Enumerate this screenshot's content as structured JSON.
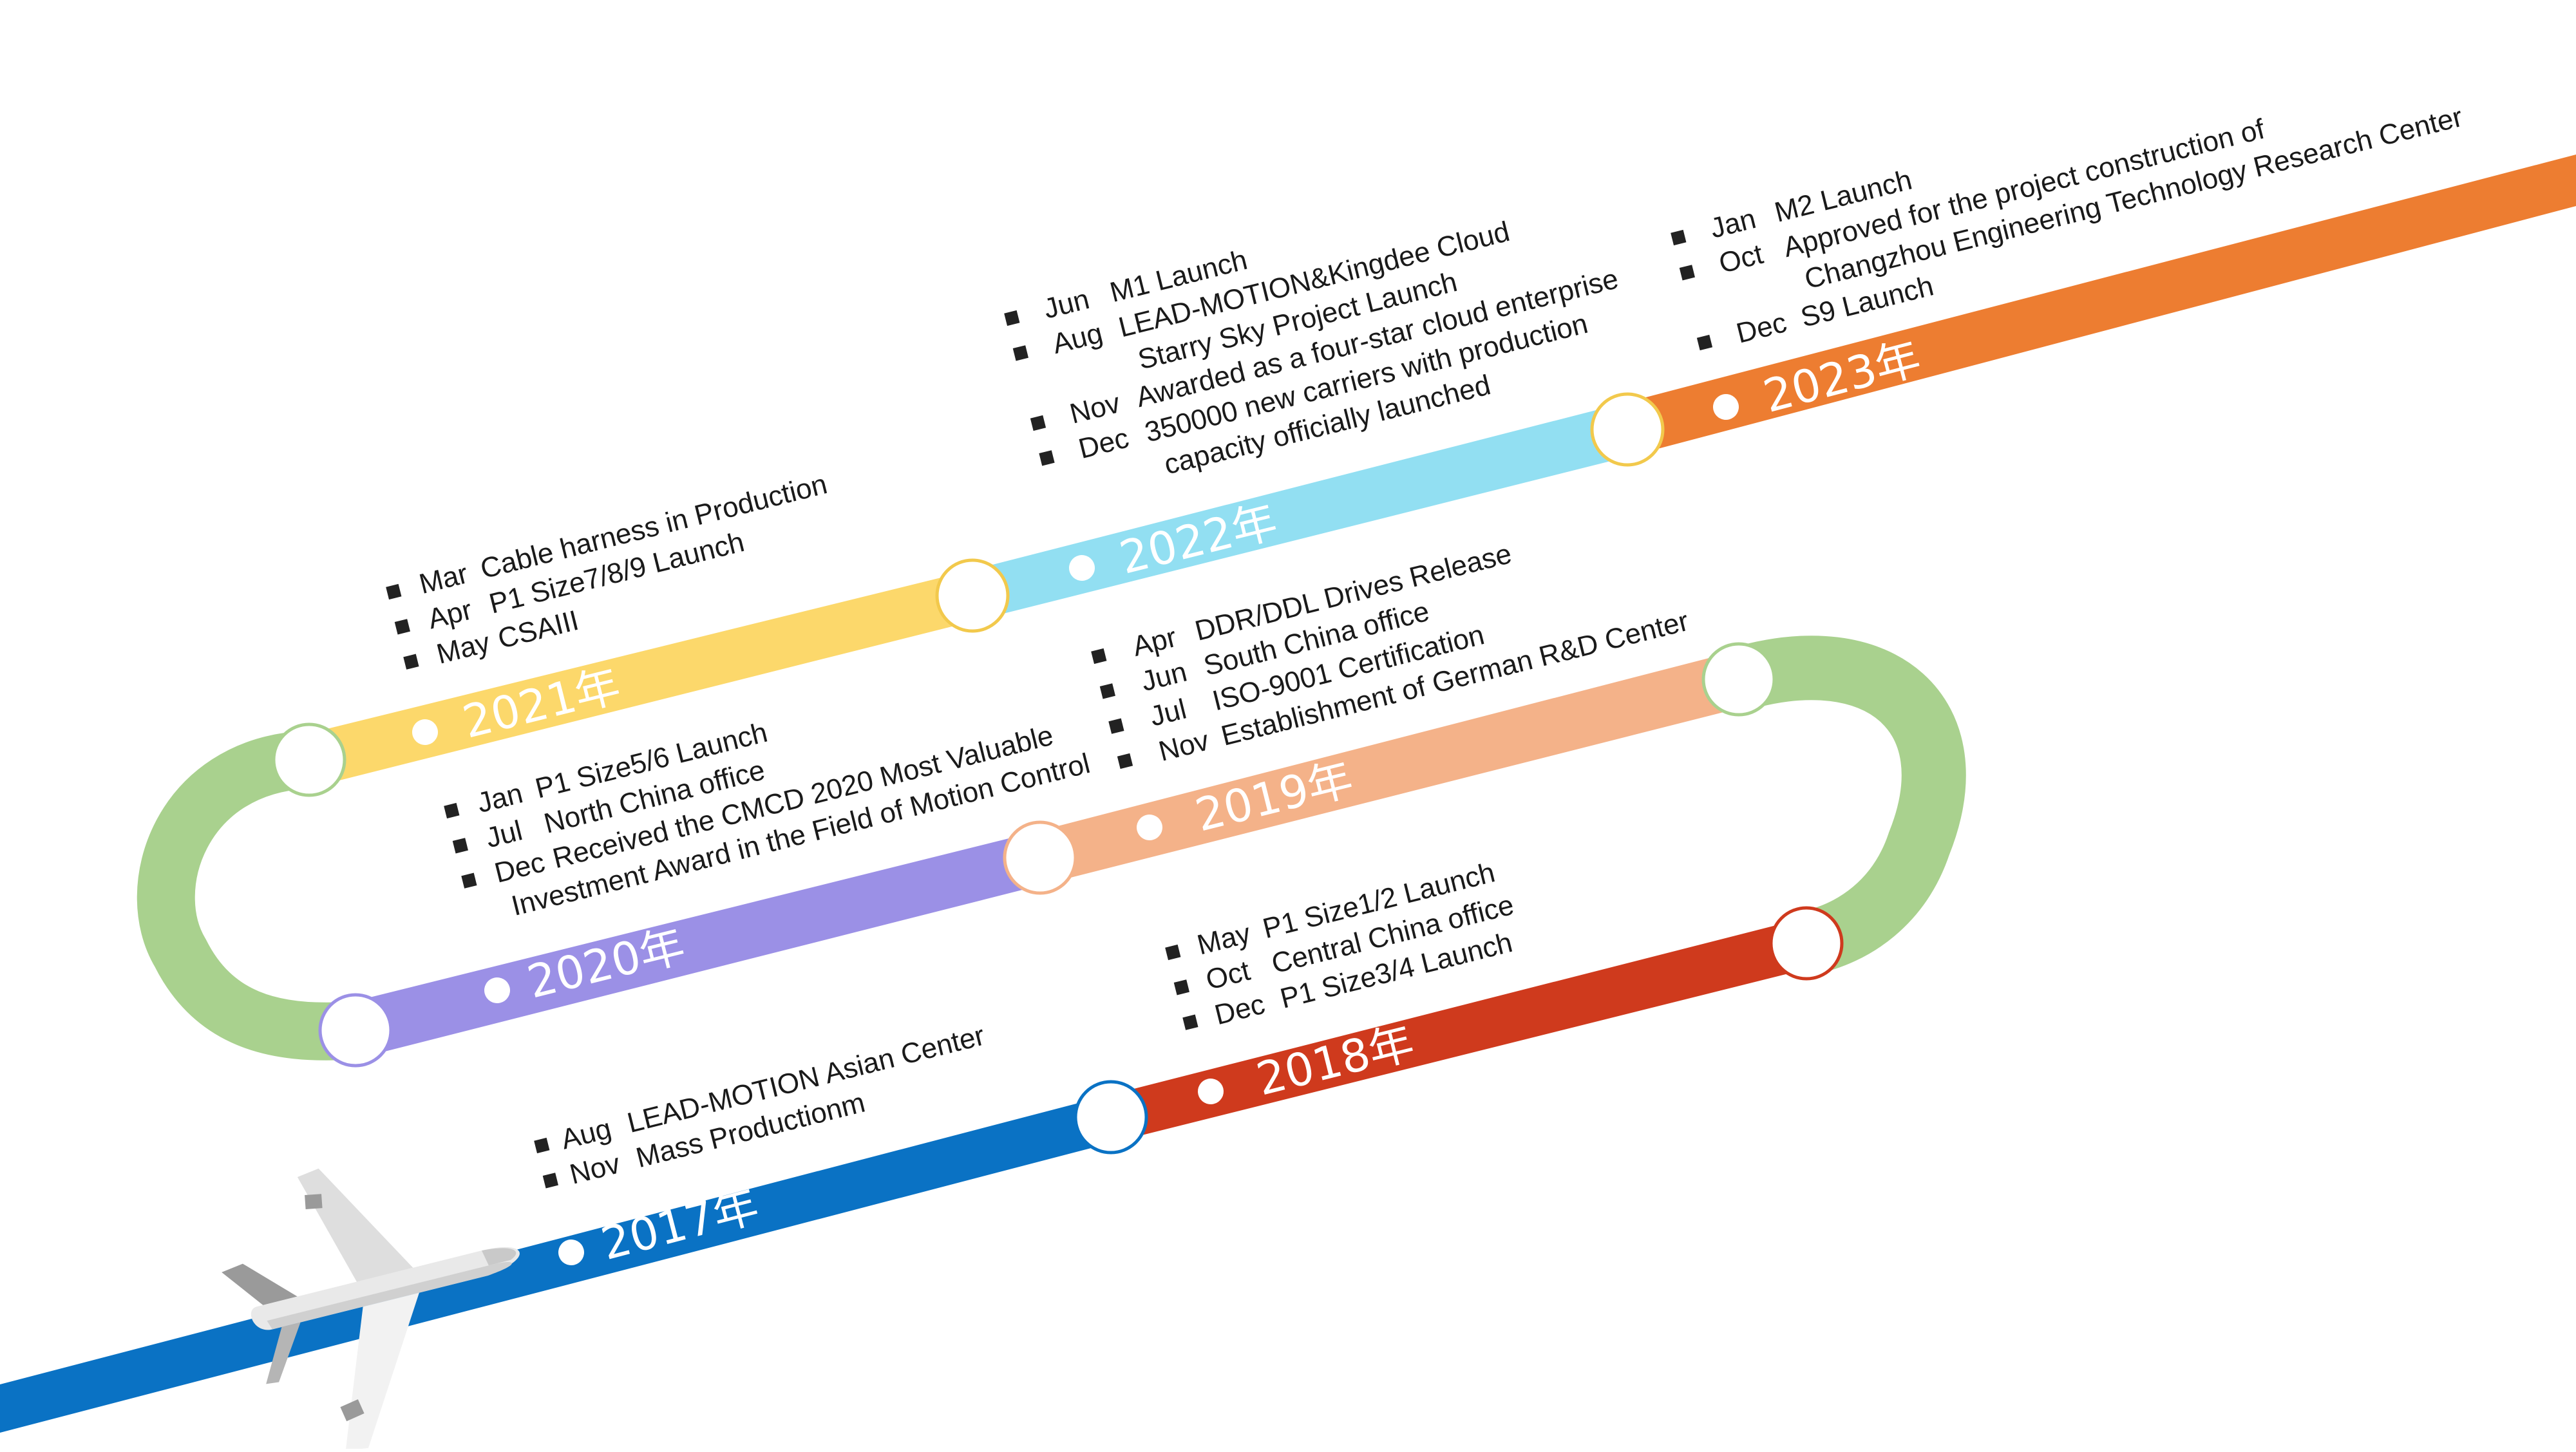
{
  "timeline": {
    "segments": [
      {
        "year_label": "2017年",
        "color": "#0a72c4",
        "events": [
          {
            "month": "Aug",
            "text": "LEAD-MOTION Asian Center"
          },
          {
            "month": "Nov",
            "text": "Mass Productionm"
          }
        ]
      },
      {
        "year_label": "2018年",
        "color": "#cf3a1d",
        "events": [
          {
            "month": "May",
            "text": "P1 Size1/2 Launch"
          },
          {
            "month": "Oct",
            "text": "Central China office"
          },
          {
            "month": "Dec",
            "text": "P1 Size3/4 Launch"
          }
        ]
      },
      {
        "year_label": "2019年",
        "color": "#f4b289",
        "events": [
          {
            "month": "Apr",
            "text": "DDR/DDL Drives Release"
          },
          {
            "month": "Jun",
            "text": "South China office"
          },
          {
            "month": "Jul",
            "text": "ISO-9001 Certification"
          },
          {
            "month": "Nov",
            "text": "Establishment of German R&D Center"
          }
        ]
      },
      {
        "year_label": "2020年",
        "color": "#9b90e6",
        "events": [
          {
            "month": "Jan",
            "text": "P1 Size5/6 Launch"
          },
          {
            "month": "Jul",
            "text": "North China office"
          },
          {
            "month": "Dec",
            "text": "Received the CMCD 2020 Most  Valuable",
            "text2": "Investment Award in  the Field of Motion Control"
          }
        ]
      },
      {
        "year_label": "2021年",
        "color": "#fcd86b",
        "events": [
          {
            "month": "Mar",
            "text": "Cable harness in Production"
          },
          {
            "month": "Apr",
            "text": "P1 Size7/8/9 Launch"
          },
          {
            "month": "May",
            "text": "CSAIII"
          }
        ]
      },
      {
        "year_label": "2022年",
        "color": "#92dff2",
        "events": [
          {
            "month": "Jun",
            "text": "M1  Launch"
          },
          {
            "month": "Aug",
            "text": "LEAD-MOTION&Kingdee Cloud",
            "text2": "Starry Sky Project Launch"
          },
          {
            "month": "Nov",
            "text": "Awarded as a four-star cloud enterprise"
          },
          {
            "month": "Dec",
            "text": "350000 new carriers with production",
            "text2": "capacity officially launched"
          }
        ]
      },
      {
        "year_label": "2023年",
        "color": "#ed7d31",
        "events": [
          {
            "month": "Jan",
            "text": "M2  Launch"
          },
          {
            "month": "Oct",
            "text": "Approved for the project construction of",
            "text2": "Changzhou Engineering Technology Research Center"
          },
          {
            "month": "Dec",
            "text": "S9  Launch"
          }
        ]
      }
    ],
    "connector_color": "#a9d18e",
    "plane_icon": "airplane-icon"
  }
}
